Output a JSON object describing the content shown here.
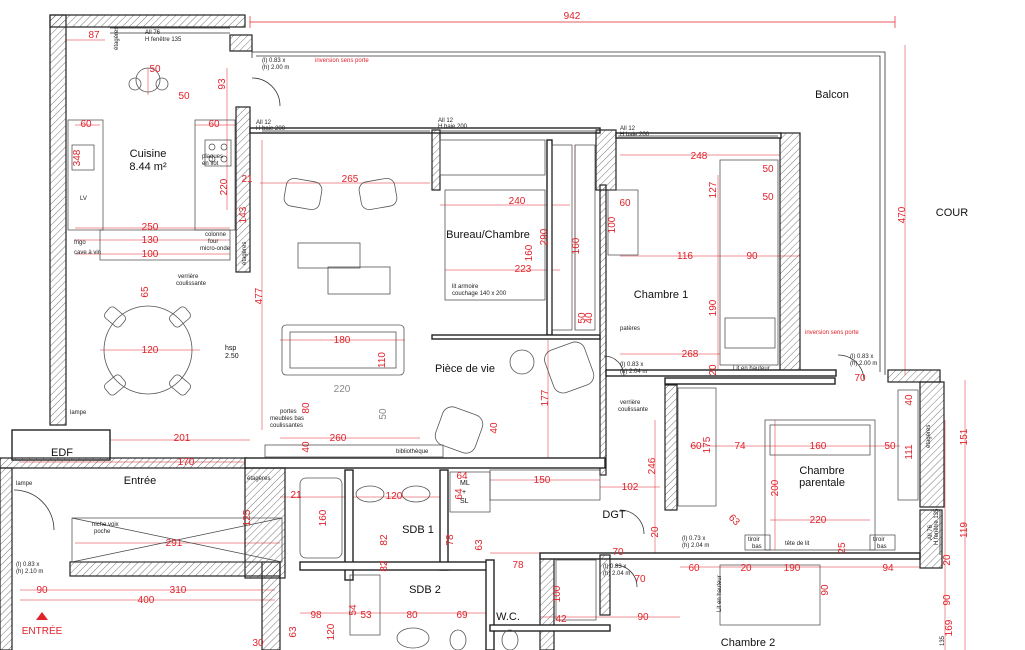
{
  "rooms": {
    "balcon": "Balcon",
    "cour": "COUR",
    "cuisine": "Cuisine",
    "cuisine_area": "8.44 m²",
    "bureau": "Bureau/Chambre",
    "chambre1": "Chambre 1",
    "piece_de_vie": "Pièce de vie",
    "chambre_parentale_1": "Chambre",
    "chambre_parentale_2": "parentale",
    "entree": "Entrée",
    "edf": "EDF",
    "sdb1": "SDB 1",
    "sdb2": "SDB 2",
    "dgt": "DGT",
    "wc": "W.C.",
    "chambre2": "Chambre 2",
    "entree_label": "ENTRÉE"
  },
  "dimensions": {
    "d942": "942",
    "d87": "87",
    "d50a": "50",
    "d50b": "50",
    "d93": "93",
    "d60a": "60",
    "d60b": "60",
    "d348": "348",
    "d220": "220",
    "d21": "21",
    "d143": "143",
    "d250": "250",
    "d130": "130",
    "d100a": "100",
    "d265": "265",
    "d240": "240",
    "d290": "290",
    "d223": "223",
    "d160a": "160",
    "d160b": "160",
    "d50c": "50",
    "d248": "248",
    "d127": "127",
    "d50d": "50",
    "d50e": "50",
    "d60c": "60",
    "d100b": "100",
    "d116": "116",
    "d90a": "90",
    "d190a": "190",
    "d470": "470",
    "d477": "477",
    "d65": "65",
    "d120a": "120",
    "d180": "180",
    "d110": "110",
    "d220b": "220",
    "d268": "268",
    "d20a": "20",
    "d70a": "70",
    "d177": "177",
    "d50f": "50",
    "d80": "80",
    "d260": "260",
    "d40a": "40",
    "d201": "201",
    "d170": "170",
    "d64a": "64",
    "d64b": "64",
    "d40b": "40",
    "d150": "150",
    "d102": "102",
    "d246": "246",
    "d60d": "60",
    "d74": "74",
    "d175": "175",
    "d160c": "160",
    "d50g": "50",
    "d111": "111",
    "d151": "151",
    "d40c": "40",
    "d200": "200",
    "d220c": "220",
    "d63a": "63",
    "d291": "291",
    "d21b": "21",
    "d120b": "120",
    "d120c": "120",
    "d82a": "82",
    "d78a": "78",
    "d63b": "63",
    "d20b": "20",
    "d70b": "70",
    "d119": "119",
    "d20c": "20",
    "d90b": "90",
    "d310": "310",
    "d400": "400",
    "d160d": "160",
    "d82b": "82",
    "d78b": "78",
    "d60e": "60",
    "d20d": "20",
    "d190b": "190",
    "d94": "94",
    "d90c": "90",
    "d98": "98",
    "d54": "54",
    "d53": "53",
    "d80b": "80",
    "d69": "69",
    "d63c": "63",
    "d120d": "120",
    "d42": "42",
    "d90d": "90",
    "d100c": "100",
    "d70c": "70",
    "d169": "169",
    "d25": "25",
    "d30": "30",
    "d125": "125",
    "d40d": "40",
    "d90e": "90"
  },
  "annotations": {
    "etageres": "étagères",
    "all76": "All 76",
    "hfenetre": "H fenêtre 135",
    "all12a": "All 12",
    "hbaie200a": "H baie 200",
    "all12b": "All 12",
    "hbaie200b": "H baie 200",
    "all12c": "All 12",
    "hbaie200c": "H baie 200",
    "door1a": "(l) 0.83 x",
    "door1b": "(h) 2.00 m",
    "inversion1": "inversion sens porte",
    "inversion2": "inversion sens porte",
    "door2a": "(l) 0.83 x",
    "door2b": "(h) 2.04 m",
    "door3a": "(l) 0.83 x",
    "door3b": "(h) 2.00 m",
    "door4a": "(l) 0.73 x",
    "door4b": "(h) 2.04 m",
    "door5a": "(l) 0.83 x",
    "door5b": "(h) 2.04 m",
    "door6a": "(l) 0.83 x",
    "door6b": "(h) 2.10 m",
    "lv": "LV",
    "frigo": "frigo",
    "cave": "cave à vin",
    "plaques": "plaques",
    "en_ilot": "en îlot",
    "colonne": "colonne",
    "four": "four",
    "micro": "micro-onde",
    "verriere1": "verrière",
    "coulissante1": "coulissante",
    "verriere2": "verrière",
    "coulissante2": "coulissante",
    "hsp": "hsp",
    "hsp_val": "2.50",
    "lampe1": "lampe",
    "lampe2": "lampe",
    "portes": "portes",
    "meubles": "meubles bas",
    "coulissantes": "coulissantes",
    "bibliotheque": "bibliothèque",
    "armoire1": "lit armoire",
    "armoire2": "couchage 140 x 200",
    "patere": "patères",
    "lit_hauteur1": "Lit en hauteur",
    "lit_hauteur2": "Lit en hauteur",
    "niche": "niche voix",
    "poche": "poche",
    "ml": "ML",
    "plus": "+",
    "sl": "SL",
    "tete_lit": "tête de lit",
    "tiroir1": "tiroir",
    "tiroir2": "bas",
    "tiroir3": "tiroir",
    "tiroir4": "bas",
    "all76b": "All 76",
    "hfen135b": "H fenêtre 135",
    "i135": "135"
  },
  "colors": {
    "wall": "#222222",
    "dimension": "#e0222a",
    "text": "#111111"
  }
}
